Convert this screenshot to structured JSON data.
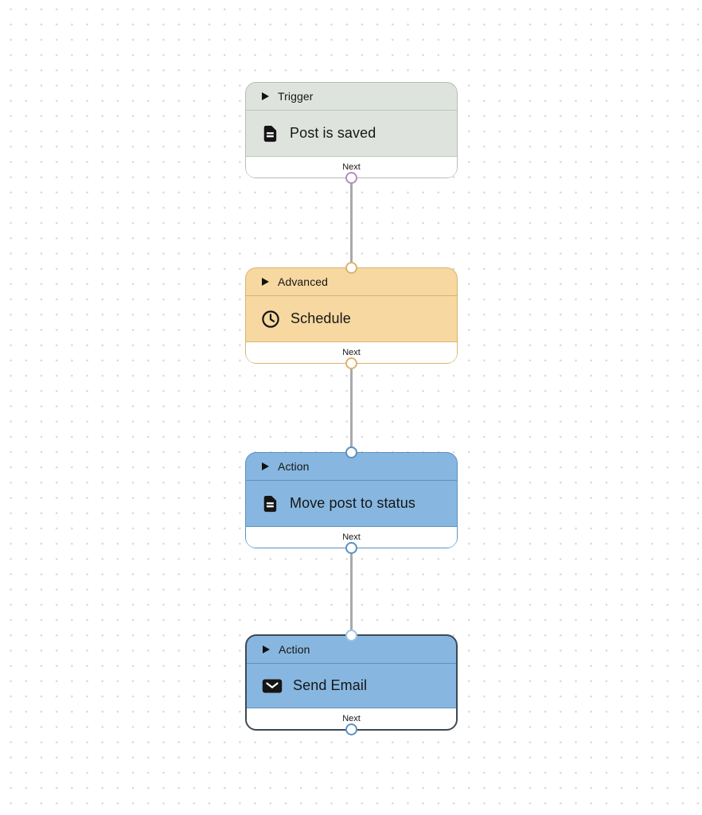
{
  "canvas": {
    "background": "#ffffff",
    "dot_color": "#d8d8d8",
    "edge_color": "#a9a9ad",
    "text_color": "#161616"
  },
  "nodes": [
    {
      "kind": "trigger",
      "header_label": "Trigger",
      "title": "Post is saved",
      "icon": "document-icon",
      "footer_label": "Next",
      "selected": false,
      "colors": {
        "fill": "#dee4dd",
        "border": "#b3bfb2",
        "divider": "#bcc6bb",
        "port_out": "#b48bc2"
      }
    },
    {
      "kind": "advanced",
      "header_label": "Advanced",
      "title": "Schedule",
      "icon": "clock-icon",
      "footer_label": "Next",
      "selected": false,
      "colors": {
        "fill": "#f7d8a0",
        "border": "#dbb36e",
        "divider": "#dbb36e",
        "port_in": "#dbb36e",
        "port_out": "#dbb36e"
      }
    },
    {
      "kind": "action",
      "header_label": "Action",
      "title": "Move post to status",
      "icon": "document-icon",
      "footer_label": "Next",
      "selected": false,
      "colors": {
        "fill": "#87b7e0",
        "border": "#5b91c1",
        "divider": "#5b91c1",
        "port_in": "#5b91c1",
        "port_out": "#5b91c1"
      }
    },
    {
      "kind": "action",
      "header_label": "Action",
      "title": "Send Email",
      "icon": "envelope-icon",
      "footer_label": "Next",
      "selected": true,
      "colors": {
        "fill": "#87b7e0",
        "border": "#3c4955",
        "divider": "#5b91c1",
        "port_in": "#9fc3e3",
        "port_out": "#5b91c1"
      }
    }
  ],
  "edges": [
    {
      "from": "Post is saved",
      "to": "Schedule"
    },
    {
      "from": "Schedule",
      "to": "Move post to status"
    },
    {
      "from": "Move post to status",
      "to": "Send Email"
    }
  ]
}
